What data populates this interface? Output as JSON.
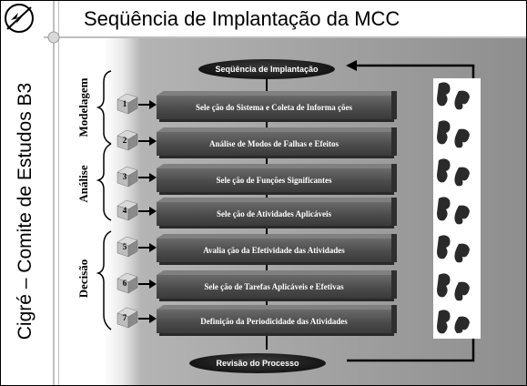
{
  "title": "Seqüência de Implantação da MCC",
  "sidebar_text": "Cigré – Comite de Estudos B3",
  "top_oval": "Seqüência de Implantação",
  "bottom_oval": "Revisão do Processo",
  "stages": [
    {
      "label": "Modelagem"
    },
    {
      "label": "Análise"
    },
    {
      "label": "Decisão"
    }
  ],
  "steps": [
    {
      "num": "1",
      "label": "Sele ção do Sistema e Coleta de Informa ções"
    },
    {
      "num": "2",
      "label": "Análise de Modos de Falhas e Efeitos"
    },
    {
      "num": "3",
      "label": "Sele ção de Funções Significantes"
    },
    {
      "num": "4",
      "label": "Sele ção de Atividades Aplicáveis"
    },
    {
      "num": "5",
      "label": "Avalia ção da Efetividade das Atividades"
    },
    {
      "num": "6",
      "label": "Sele ção de Tarefas Aplicáveis e Efetivas"
    },
    {
      "num": "7",
      "label": "Definição da Periodicidade das Atividades"
    }
  ],
  "colors": {
    "bar": "#4b4b4b",
    "panel": "#8e8e8e",
    "oval": "#151515",
    "arrow": "#000000"
  }
}
